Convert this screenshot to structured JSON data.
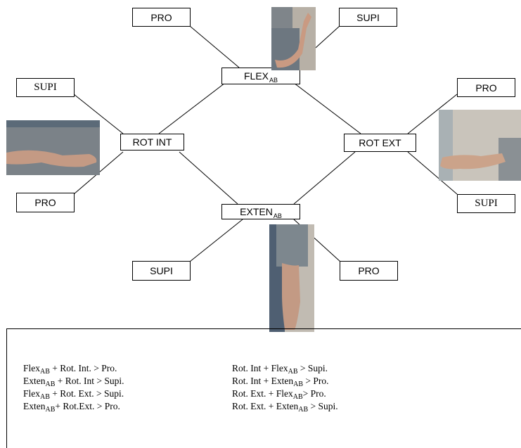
{
  "nodes": {
    "flex": {
      "label": "FLEX",
      "sub": "AB"
    },
    "exten": {
      "label": "EXTEN",
      "sub": "AB"
    },
    "rot_int": {
      "label": "ROT INT"
    },
    "rot_ext": {
      "label": "ROT EXT"
    }
  },
  "leaves": {
    "top_left": "PRO",
    "top_right": "SUPI",
    "left_top": "SUPI",
    "left_bottom": "PRO",
    "right_top": "PRO",
    "right_bottom": "SUPI",
    "bottom_left": "SUPI",
    "bottom_right": "PRO"
  },
  "rules_left": [
    {
      "a": "Flex",
      "a_sub": "AB",
      "b": " + Rot. Int. > Pro."
    },
    {
      "a": "Exten",
      "a_sub": "AB",
      "b": " + Rot. Int > Supi."
    },
    {
      "a": " Flex",
      "a_sub": "AB",
      "b": " + Rot. Ext. > Supi."
    },
    {
      "a": " Exten",
      "a_sub": "AB",
      "b": "+ Rot.Ext. > Pro."
    }
  ],
  "rules_right": [
    {
      "a": "Rot. Int + Flex",
      "a_sub": "AB",
      "b": " > Supi."
    },
    {
      "a": "Rot. Int + Exten",
      "a_sub": "AB",
      "b": " > Pro."
    },
    {
      "a": "Rot. Ext. + Flex",
      "a_sub": "AB",
      "b": "> Pro."
    },
    {
      "a": "Rot. Ext. + Exten",
      "a_sub": "AB",
      "b": " > Supi."
    }
  ],
  "colors": {
    "line": "#000000",
    "box_border": "#000000",
    "background": "#ffffff"
  }
}
